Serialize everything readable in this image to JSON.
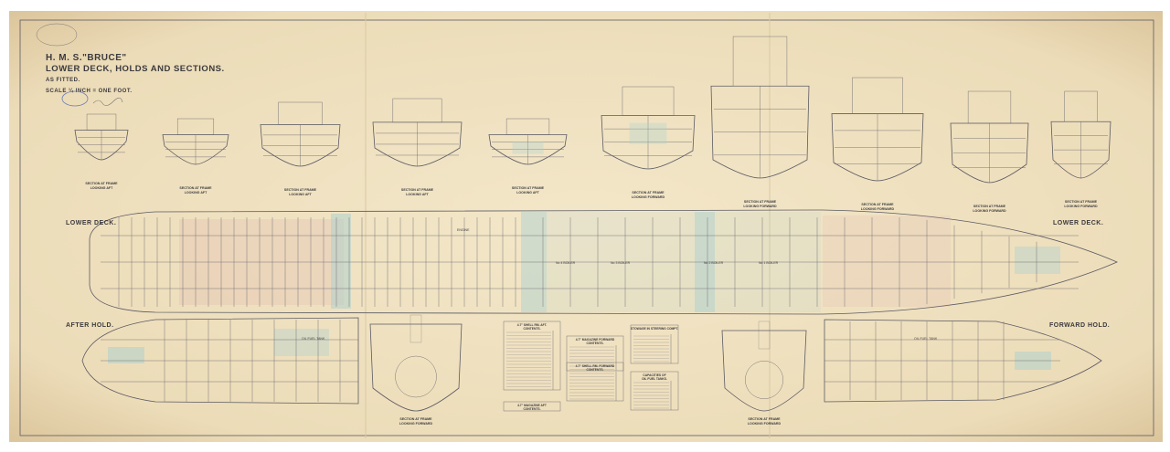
{
  "title_block": {
    "ship": "H. M. S.\"BRUCE\"",
    "subtitle": "LOWER DECK, HOLDS AND SECTIONS.",
    "status": "AS FITTED.",
    "scale": "SCALE ¼ INCH = ONE FOOT."
  },
  "plan_labels": {
    "lower_deck_left": "LOWER DECK.",
    "lower_deck_right": "LOWER DECK.",
    "after_hold": "AFTER HOLD.",
    "forward_hold": "FORWARD HOLD."
  },
  "sections": [
    {
      "caption": "SECTION AT FRAME",
      "view": "LOOKING AFT"
    },
    {
      "caption": "SECTION AT FRAME",
      "view": "LOOKING AFT"
    },
    {
      "caption": "SECTION AT FRAME",
      "view": "LOOKING AFT"
    },
    {
      "caption": "SECTION AT FRAME",
      "view": "LOOKING AFT"
    },
    {
      "caption": "SECTION AT FRAME",
      "view": "LOOKING AFT"
    },
    {
      "caption": "SECTION AT FRAME",
      "view": "LOOKING FORWARD"
    },
    {
      "caption": "SECTION AT FRAME",
      "view": "LOOKING FORWARD"
    },
    {
      "caption": "SECTION AT FRAME",
      "view": "LOOKING FORWARD"
    },
    {
      "caption": "SECTION AT FRAME",
      "view": "LOOKING FORWARD"
    },
    {
      "caption": "SECTION AT FRAME",
      "view": "LOOKING FORWARD"
    }
  ],
  "lower_sections": [
    {
      "caption": "SECTION AT FRAME",
      "view": "LOOKING FORWARD"
    },
    {
      "caption": "SECTION AT FRAME",
      "view": "LOOKING FORWARD"
    }
  ],
  "tables": [
    {
      "title": "4.7\" SHELL RM. AFT.",
      "sub": "CONTENTS."
    },
    {
      "title": "4.7\" MAGAZINE FORWARD",
      "sub": "CONTENTS."
    },
    {
      "title": "4.7\" SHELL RM. FORWARD",
      "sub": "CONTENTS."
    },
    {
      "title": "4.7\" MAGAZINE AFT",
      "sub": "CONTENTS."
    },
    {
      "title": "STOWAGE IN STEERING COMPT.",
      "sub": ""
    },
    {
      "title": "CAPACITIES OF",
      "sub": "OIL FUEL TANKS."
    }
  ],
  "room_labels": {
    "boilers": [
      "No 4 BOILER",
      "No 3 BOILER",
      "No 2 BOILER",
      "No 1 BOILER"
    ],
    "fuel": "OIL FUEL TANK",
    "engine": "ENGINE"
  },
  "colors": {
    "paper": "#efe3c6",
    "ink": "#4a4950",
    "wash_blue": "#a9cfd0",
    "wash_pink": "#d9a3a8",
    "wash_yellow": "#e6c36a"
  }
}
